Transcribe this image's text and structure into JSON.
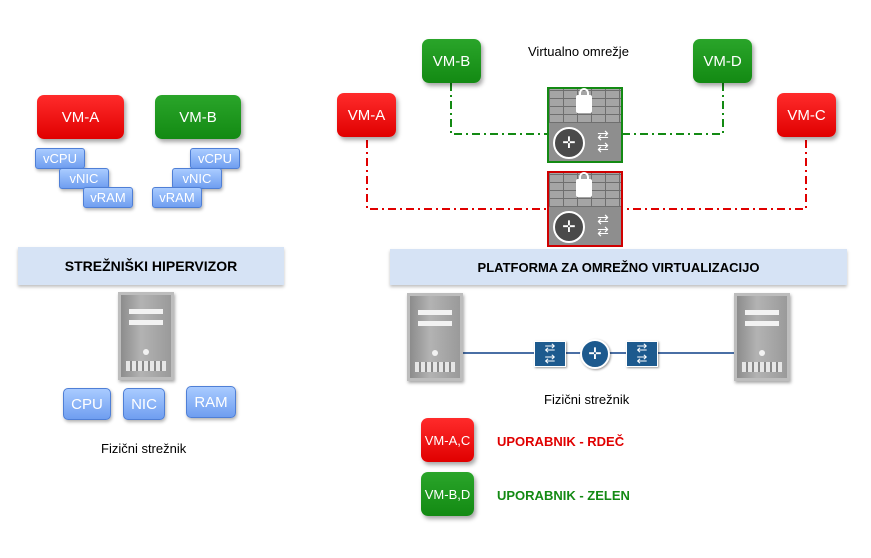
{
  "left": {
    "vm_a": "VM-A",
    "vm_b": "VM-B",
    "chips_a": [
      "vCPU",
      "vNIC",
      "vRAM"
    ],
    "chips_b": [
      "vCPU",
      "vNIC",
      "vRAM"
    ],
    "hypervisor": "STREŽNIŠKI HIPERVIZOR",
    "hardware": [
      "CPU",
      "NIC",
      "RAM"
    ],
    "caption": "Fizični strežnik"
  },
  "right": {
    "network_label": "Virtualno omrežje",
    "vm_b": "VM-B",
    "vm_d": "VM-D",
    "vm_a": "VM-A",
    "vm_c": "VM-C",
    "platform": "PLATFORMA ZA OMREŽNO VIRTUALIZACIJO",
    "caption": "Fizični strežnik",
    "legend": [
      {
        "box": "VM-A,C",
        "label": "UPORABNIK - RDEČ",
        "color": "#e00000"
      },
      {
        "box": "VM-B,D",
        "label": "UPORABNIK - ZELEN",
        "color": "#138a13"
      }
    ]
  },
  "colors": {
    "red": "#e00000",
    "green": "#138a13",
    "bar": "#d6e3f5",
    "chip": "#7aa8f5",
    "link": "#4a6fa5"
  },
  "icons": [
    "firewall-icon",
    "router-icon",
    "switch-icon",
    "server-icon",
    "lock-icon"
  ]
}
